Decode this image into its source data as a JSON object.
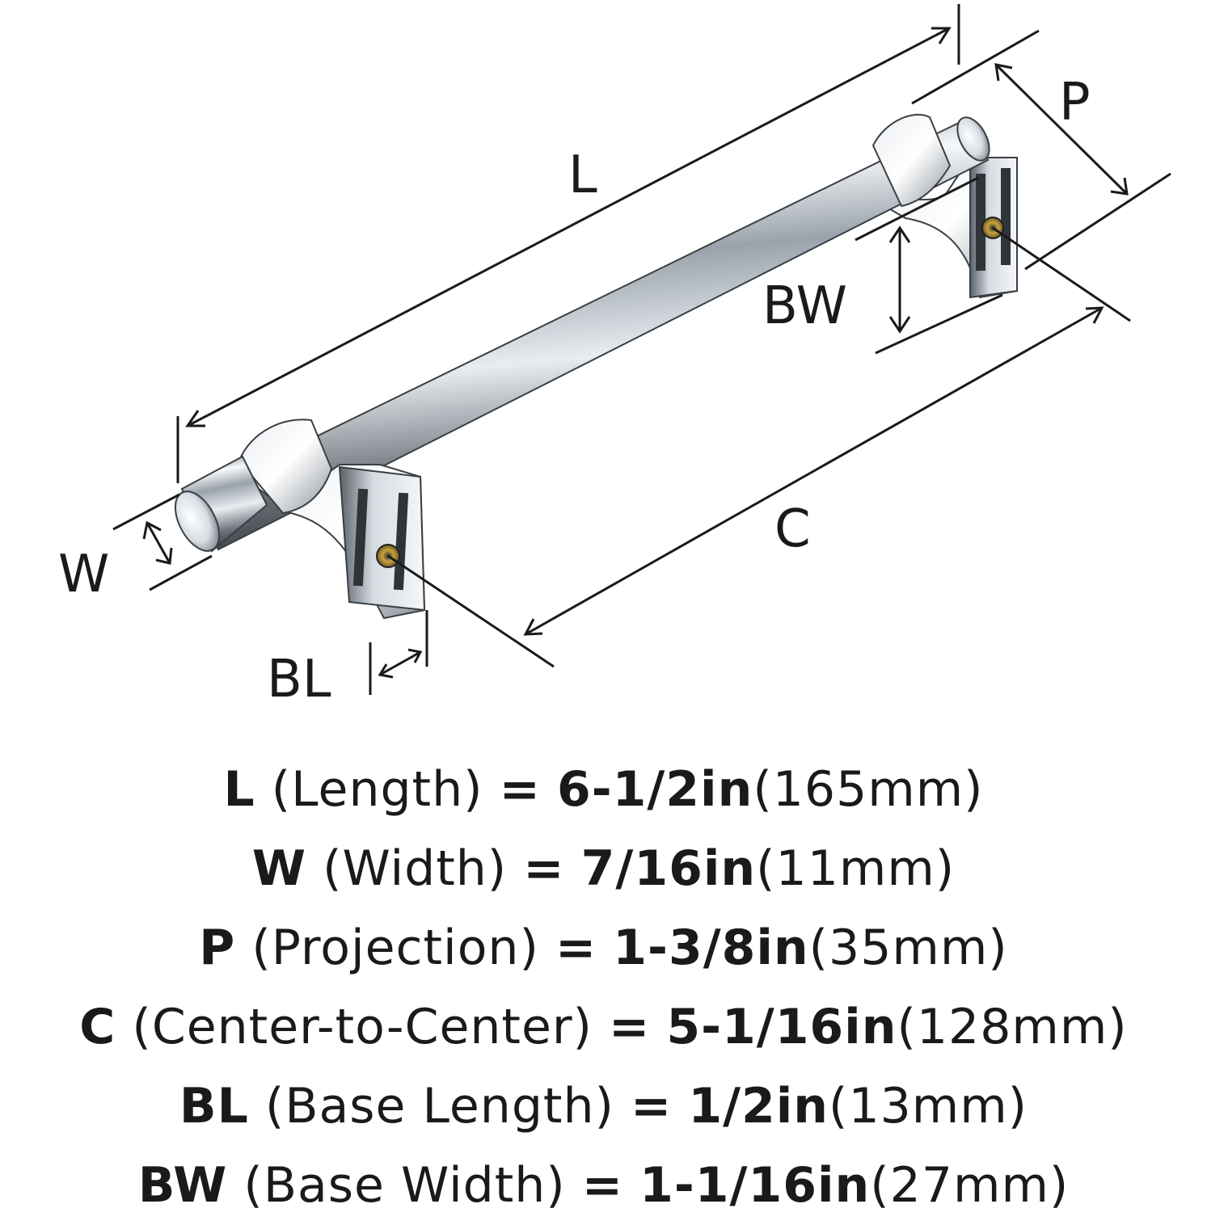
{
  "diagram": {
    "labels": {
      "L": "L",
      "W": "W",
      "P": "P",
      "C": "C",
      "BL": "BL",
      "BW": "BW"
    }
  },
  "colors": {
    "ink": "#1a1a1a",
    "chrome_light": "#f4f6f8",
    "chrome_mid": "#b9c0c8",
    "chrome_dark": "#4a5158"
  },
  "specs": [
    {
      "key": "L",
      "desc": "(Length)",
      "eq": "=",
      "imperial": "6-1/2in",
      "metric": "(165mm)"
    },
    {
      "key": "W",
      "desc": "(Width)",
      "eq": "=",
      "imperial": "7/16in",
      "metric": "(11mm)"
    },
    {
      "key": "P",
      "desc": "(Projection)",
      "eq": "=",
      "imperial": "1-3/8in",
      "metric": "(35mm)"
    },
    {
      "key": "C",
      "desc": "(Center-to-Center)",
      "eq": "=",
      "imperial": "5-1/16in",
      "metric": "(128mm)"
    },
    {
      "key": "BL",
      "desc": "(Base Length)",
      "eq": "=",
      "imperial": "1/2in",
      "metric": "(13mm)"
    },
    {
      "key": "BW",
      "desc": "(Base Width)",
      "eq": "=",
      "imperial": "1-1/16in",
      "metric": "(27mm)"
    }
  ]
}
